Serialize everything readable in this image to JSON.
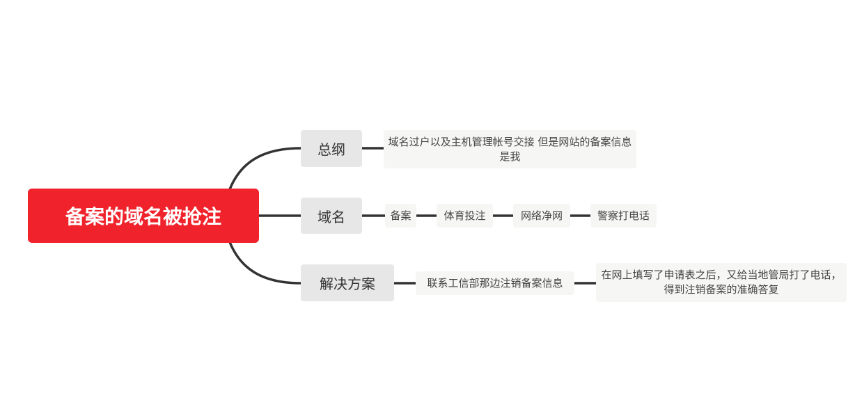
{
  "root": {
    "label": "备案的域名被抢注",
    "color": "#f0232c"
  },
  "branches": [
    {
      "label": "总纲",
      "children": [
        {
          "label": "域名过户以及主机管理帐号交接 但是网站的备案信息是我"
        }
      ]
    },
    {
      "label": "域名",
      "children": [
        {
          "label": "备案"
        },
        {
          "label": "体育投注"
        },
        {
          "label": "网络净网"
        },
        {
          "label": "警察打电话"
        }
      ]
    },
    {
      "label": "解决方案",
      "children": [
        {
          "label": "联系工信部那边注销备案信息"
        },
        {
          "label": "在网上填写了申请表之后，又给当地管局打了电话，得到注销备案的准确答复"
        }
      ]
    }
  ]
}
